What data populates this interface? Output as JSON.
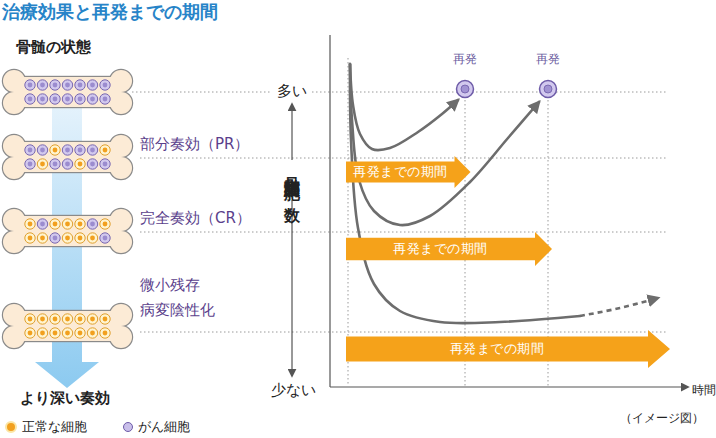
{
  "diagram": {
    "title": "治療効果と再発までの期間",
    "caption": "（イメージ図）",
    "nodes": [
      {
        "text": [
          "再発までの期間"
        ]
      },
      {
        "text": [
          "再発までの期間"
        ]
      },
      {
        "text": [
          "再発までの期間"
        ]
      }
    ],
    "labels": [
      "骨髄の状態",
      "部分奏効（PR）",
      "完全奏効（CR）",
      "微小残存 病変陰性化",
      "より深い奏効",
      "多い",
      "骨髄腫細胞の数",
      "少ない",
      "再発",
      "再発",
      "時間"
    ],
    "legend": [
      {
        "text": "正常な細胞",
        "color": "#f2a01e"
      },
      {
        "text": "がん細胞",
        "color": "#c9bfea"
      }
    ]
  }
}
